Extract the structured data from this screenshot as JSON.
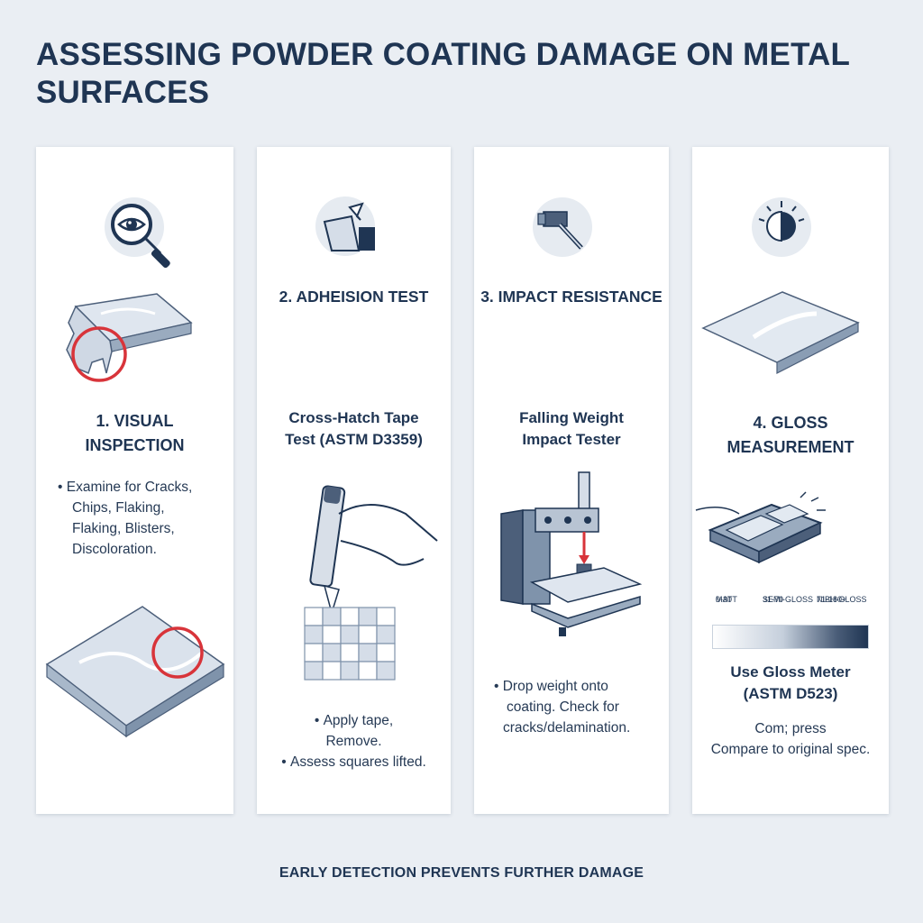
{
  "title": "ASSESSING POWDER COATING DAMAGE ON METAL SURFACES",
  "panels": [
    {
      "icon": "magnifier-eye-icon",
      "step_title_lines": [
        "1. VISUAL",
        "INSPECTION"
      ],
      "body_lines": [
        "Examine for Cracks,",
        "Chips, Flaking,",
        "Flaking, Blisters,",
        "Discoloration."
      ]
    },
    {
      "icon": "peeled-corner-icon",
      "step_title": "2. ADHEISION TEST",
      "subtitle_lines": [
        "Cross-Hatch Tape",
        "Test (ASTM D3359)"
      ],
      "bullets": [
        {
          "lines": [
            "Apply tape,",
            "Remove."
          ]
        },
        {
          "lines": [
            "Assess squares lifted."
          ]
        }
      ]
    },
    {
      "icon": "hammer-icon",
      "step_title": "3. IMPACT RESISTANCE",
      "subtitle_lines": [
        "Falling Weight",
        "Impact Tester"
      ],
      "body_lines": [
        "Drop weight onto",
        "coating. Check for",
        "cracks/delamination."
      ]
    },
    {
      "icon": "light-shine-icon",
      "step_title_lines": [
        "4. GLOSS",
        "MEASUREMENT"
      ],
      "gloss_scale": [
        {
          "name": "MATT",
          "range": "0-30"
        },
        {
          "name": "SEMI-GLOSS",
          "range": "31-70"
        },
        {
          "name": "NIBH-GLOSS",
          "range": "71-180+"
        }
      ],
      "subtitle_lines": [
        "Use Gloss Meter",
        "(ASTM D523)"
      ],
      "body_lines": [
        "Com; press",
        "Compare to original spec."
      ]
    }
  ],
  "footer": "EARLY DETECTION PREVENTS FURTHER DAMAGE"
}
